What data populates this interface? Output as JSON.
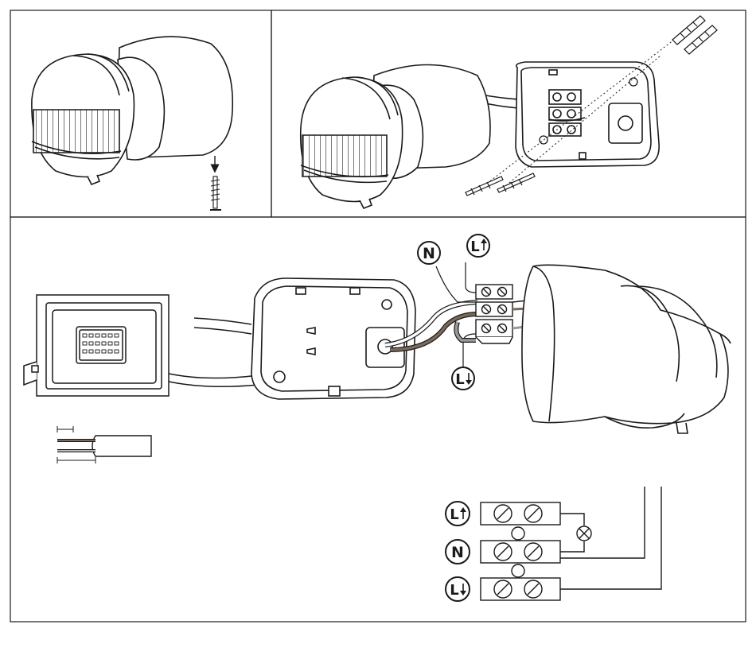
{
  "labels": {
    "neutral": "N",
    "live_in": "L",
    "live_out": "L"
  },
  "colors": {
    "line": "#1a1a1a",
    "wire_brown": "#7a6a5a",
    "wire_grey": "#9a9a9a",
    "wire_blue": "#b8b8b8",
    "background": "#ffffff"
  },
  "icons": {
    "lamp": "lamp-cross-icon",
    "arrow_up": "arrow-up-icon",
    "arrow_down": "arrow-down-icon",
    "screw": "screw-icon",
    "anchor": "wall-plug-icon"
  }
}
